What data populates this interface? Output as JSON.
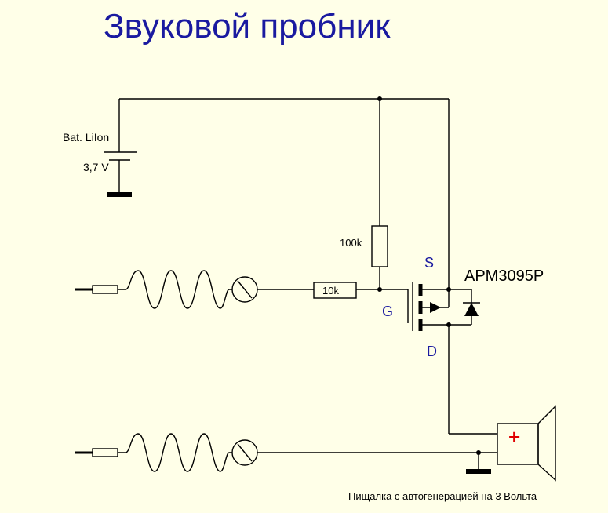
{
  "title": "Звуковой пробник",
  "battery": {
    "name": "Bat. LiIon",
    "voltage": "3,7 V"
  },
  "resistors": {
    "pullup": "100k",
    "gate": "10k"
  },
  "transistor": {
    "part": "APM3095P",
    "pin_source": "S",
    "pin_gate": "G",
    "pin_drain": "D"
  },
  "buzzer": {
    "polarity": "+"
  },
  "caption": "Пищалка с автогенерацией на 3 Вольта"
}
